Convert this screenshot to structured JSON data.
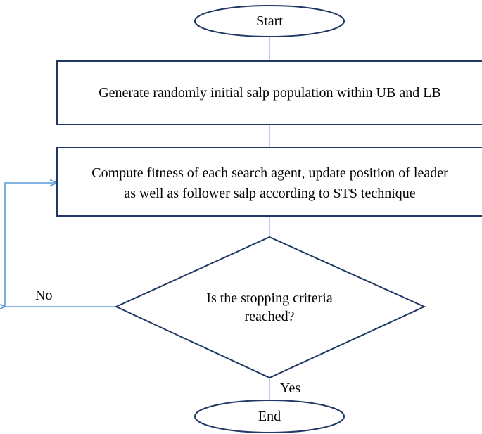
{
  "colors": {
    "shape_stroke": "#1f3864",
    "connector_light": "#8db4e2",
    "connector_arrow": "#5b9bd5",
    "text": "#000000",
    "background": "#ffffff"
  },
  "nodes": {
    "start": {
      "shape": "ellipse",
      "text": "Start"
    },
    "init": {
      "shape": "rectangle",
      "text": "Generate randomly initial salp population within UB and LB"
    },
    "compute": {
      "shape": "rectangle",
      "lines": [
        "Compute fitness of each search agent, update position of leader",
        "as well as follower salp according to STS technique"
      ]
    },
    "decision": {
      "shape": "diamond",
      "lines": [
        "Is the stopping criteria",
        "reached?"
      ]
    },
    "end": {
      "shape": "ellipse",
      "text": "End"
    }
  },
  "edges": [
    {
      "from": "start",
      "to": "init",
      "label": ""
    },
    {
      "from": "init",
      "to": "compute",
      "label": ""
    },
    {
      "from": "compute",
      "to": "decision",
      "label": ""
    },
    {
      "from": "decision",
      "to": "compute",
      "label": "No"
    },
    {
      "from": "decision",
      "to": "end",
      "label": "Yes"
    }
  ]
}
